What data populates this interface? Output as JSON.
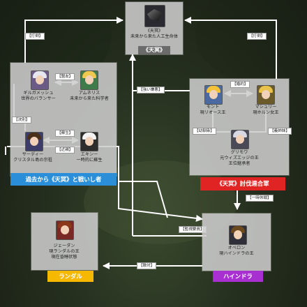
{
  "colors": {
    "blue": "#2a8fd8",
    "red": "#e02424",
    "yellow": "#f6b800",
    "purple": "#a82fd0",
    "line": "#ffffff"
  },
  "top": {
    "char1_name": "《天冥》",
    "char1_sub": "未来から来た人工生命体",
    "caption": "《天冥》"
  },
  "past": {
    "faction": "過去から《天冥》と戦いし者",
    "char1_name": "ギルガメッシュ",
    "char1_sub": "世界のバランサー",
    "char2_name": "アムネリス",
    "char2_sub": "未来から来た科学者",
    "char3_name": "サーディー",
    "char3_sub": "クリスタル島の宗祖",
    "char4_name": "エキンー",
    "char4_sub": "一時的に蘇生"
  },
  "alliance": {
    "faction": "《天冥》討伐連合軍",
    "char1_name": "モント",
    "char1_sub": "現リオース王",
    "char2_name": "マシュリー",
    "char2_sub": "現ホルン女王",
    "char3_name": "グリモワ",
    "char3_sub": "元ウィズエッジの王",
    "char3_sub2": "王位継承者"
  },
  "randal": {
    "faction": "ランダル",
    "char1_name": "ジェーダン",
    "char1_sub": "現ランダルの王",
    "char1_sub2": "現在昏睡状態"
  },
  "haindra": {
    "faction": "ハインドラ",
    "char1_name": "オベロン",
    "char1_sub": "現ハインドラの王"
  },
  "relations": {
    "defeat_left": "【打倒】",
    "defeat_right": "【打倒】",
    "friendship": "【盟友】",
    "enemy": "【決別】",
    "revive": "【蘇生】",
    "close": "【近親】",
    "strong_aversion": "【強い嫌悪】",
    "marriage": "【婚約】",
    "childhood": "【幼馴染】",
    "sisters": "【義姉妹】",
    "cooperation": "【一時休戦】",
    "monitoring": "【監視要員】",
    "hostile": "【敵対】"
  }
}
